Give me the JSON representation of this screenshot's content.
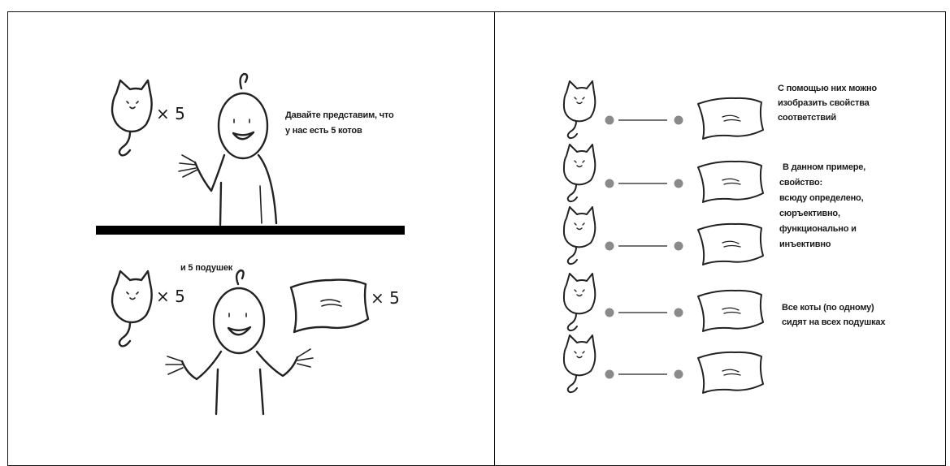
{
  "left_panel": {
    "top_scene": {
      "cat_multiplier": "× 5",
      "speech": [
        "Давайте представим, что",
        "у нас есть 5 котов"
      ]
    },
    "bottom_scene": {
      "speech": "и 5 подушек",
      "cat_multiplier": "× 5",
      "pillow_multiplier": "× 5"
    }
  },
  "right_panel": {
    "pairs_count_label": "",
    "notes": {
      "note1": [
        "С помощью них можно",
        "изобразить свойства",
        "соответствий"
      ],
      "note2": [
        "В данном примере,",
        "свойство:",
        "всюду определено,",
        "сюръективно,",
        "функционально и",
        "инъективно"
      ],
      "note3": [
        "Все коты (по одному)",
        "сидят на всех подушках"
      ]
    }
  },
  "colors": {
    "ink": "#222222",
    "dot": "#8a8a8a",
    "bar": "#000000"
  }
}
